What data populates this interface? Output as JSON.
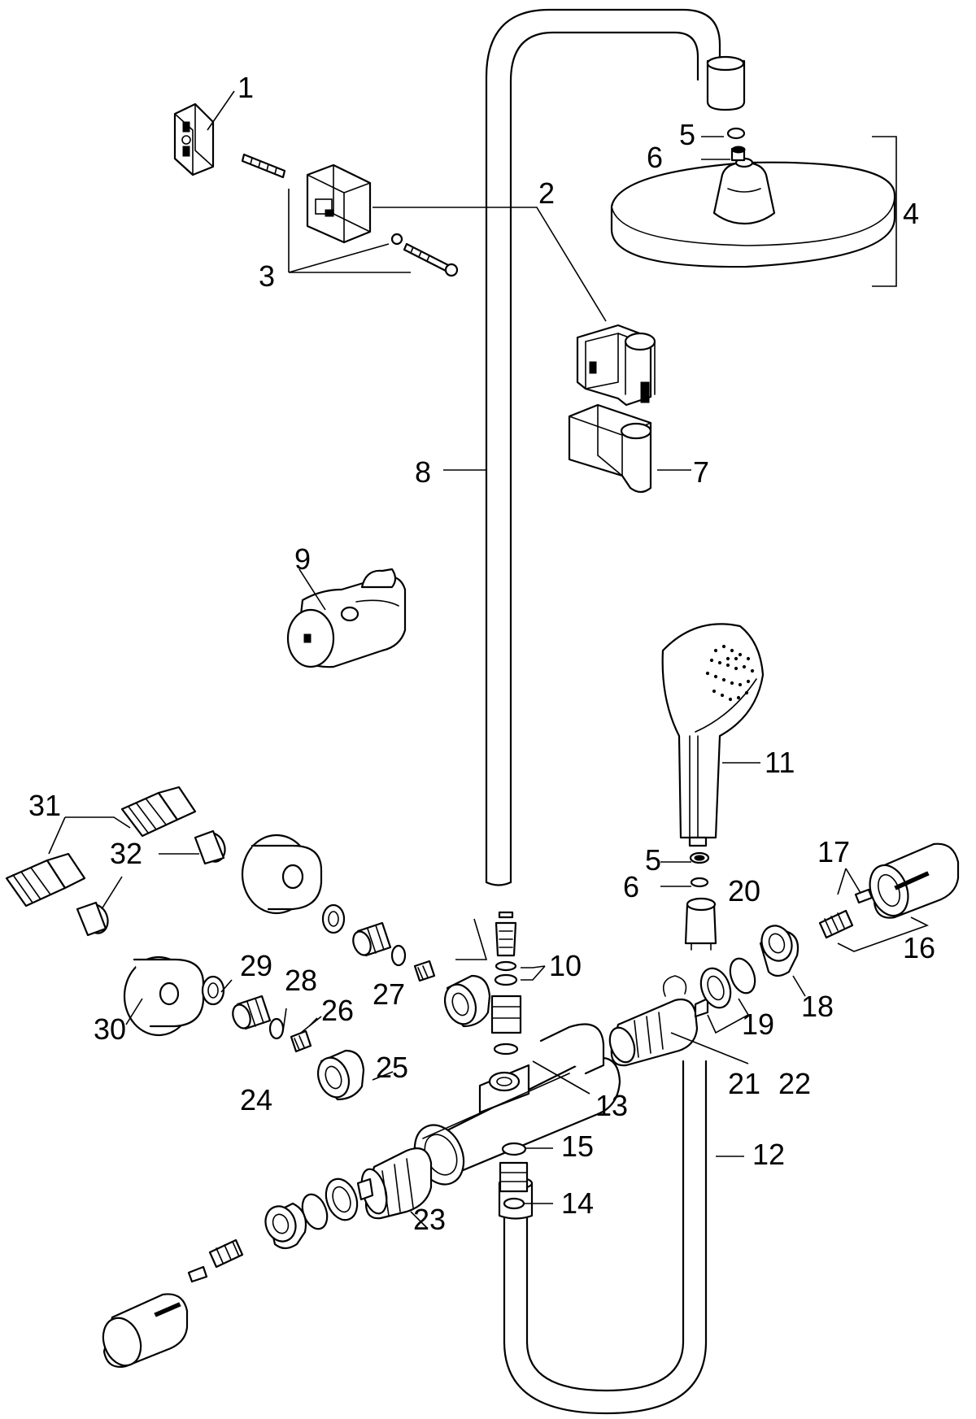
{
  "labels": {
    "l1": "1",
    "l2": "2",
    "l3": "3",
    "l4": "4",
    "l5a": "5",
    "l6a": "6",
    "l7": "7",
    "l8": "8",
    "l9": "9",
    "l10": "10",
    "l11": "11",
    "l12": "12",
    "l13": "13",
    "l14": "14",
    "l15": "15",
    "l16": "16",
    "l17": "17",
    "l18": "18",
    "l19": "19",
    "l20": "20",
    "l21": "21",
    "l22": "22",
    "l23": "23",
    "l24": "24",
    "l25": "25",
    "l26": "26",
    "l27": "27",
    "l28": "28",
    "l29": "29",
    "l30": "30",
    "l31": "31",
    "l32": "32",
    "l5b": "5",
    "l6b": "6"
  },
  "colors": {
    "line": "#000000",
    "background": "#ffffff"
  }
}
